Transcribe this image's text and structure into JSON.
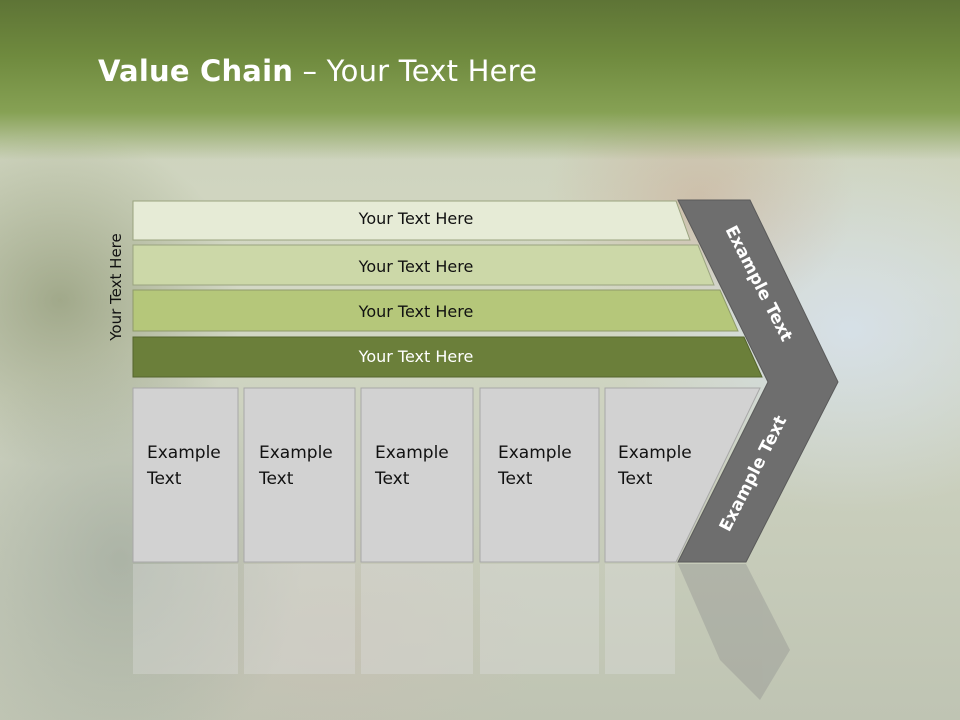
{
  "title": {
    "bold": "Value Chain",
    "rest": " – Your Text Here"
  },
  "side_label": "Your Text Here",
  "bars": [
    {
      "label": "Your Text Here"
    },
    {
      "label": "Your Text Here"
    },
    {
      "label": "Your Text Here"
    },
    {
      "label": "Your Text Here"
    }
  ],
  "cells": [
    {
      "line1": "Example",
      "line2": "Text"
    },
    {
      "line1": "Example",
      "line2": "Text"
    },
    {
      "line1": "Example",
      "line2": "Text"
    },
    {
      "line1": "Example",
      "line2": "Text"
    },
    {
      "line1": "Example",
      "line2": "Text"
    }
  ],
  "chevron": {
    "upper_label": "Example Text",
    "lower_label": "Example Text"
  },
  "colors": {
    "bar1": "#e6ebd6",
    "bar2": "#ccd8a8",
    "bar3": "#b5c77a",
    "bar4": "#6b7f3a",
    "cell": "#d2d2d2",
    "chevron": "#6e6e6e"
  }
}
